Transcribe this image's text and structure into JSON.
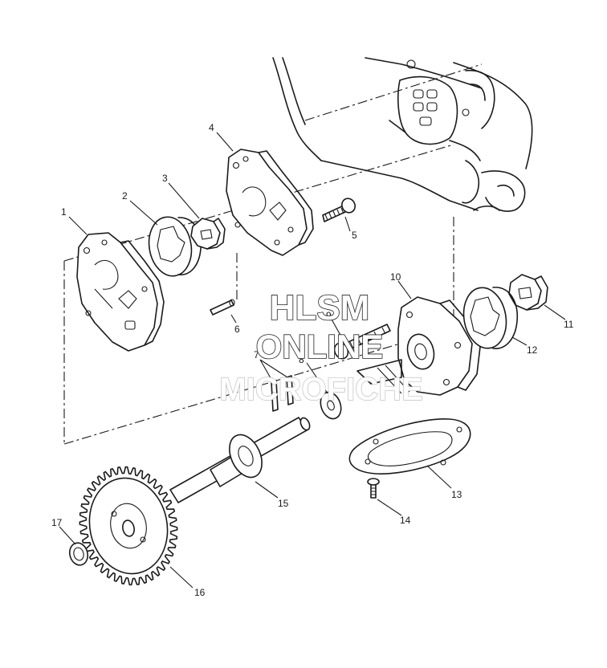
{
  "callouts": [
    "1",
    "2",
    "3",
    "4",
    "5",
    "6",
    "7",
    "8",
    "9",
    "10",
    "11",
    "12",
    "13",
    "14",
    "15",
    "16",
    "17"
  ],
  "watermark": {
    "line1": "HLSM",
    "line2": "ONLINE",
    "line3": "MICROFICHE"
  }
}
